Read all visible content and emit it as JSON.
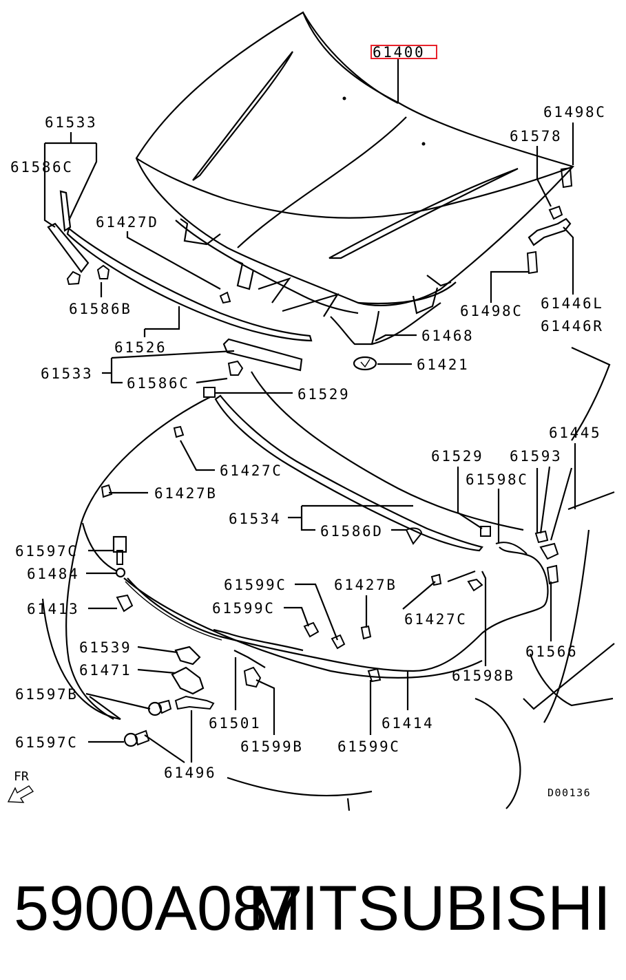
{
  "diagram": {
    "highlight_color": "#e8202a",
    "labels": {
      "p61400": "61400",
      "p61533a": "61533",
      "p61586c_a": "61586C",
      "p61427d": "61427D",
      "p61586b": "61586B",
      "p61526": "61526",
      "p61533b": "61533",
      "p61586c_b": "61586C",
      "p61529a": "61529",
      "p61498c_a": "61498C",
      "p61578": "61578",
      "p61498c_b": "61498C",
      "p61446l": "61446L",
      "p61446r": "61446R",
      "p61468": "61468",
      "p61421": "61421",
      "p61445": "61445",
      "p61427c_a": "61427C",
      "p61427b_a": "61427B",
      "p61529b": "61529",
      "p61593": "61593",
      "p61598c": "61598C",
      "p61534": "61534",
      "p61586d": "61586D",
      "p61597c_a": "61597C",
      "p61484": "61484",
      "p61413": "61413",
      "p61599c_a": "61599C",
      "p61599c_b": "61599C",
      "p61427b_b": "61427B",
      "p61427c_b": "61427C",
      "p61566": "61566",
      "p61539": "61539",
      "p61471": "61471",
      "p61597b": "61597B",
      "p61598b": "61598B",
      "p61501": "61501",
      "p61414": "61414",
      "p61597c_b": "61597C",
      "p61599b": "61599B",
      "p61599c_c": "61599C",
      "p61496": "61496",
      "fr": "FR",
      "code": "D00136"
    }
  },
  "footer": {
    "part_number": "5900A087",
    "brand": "MITSUBISHI"
  }
}
